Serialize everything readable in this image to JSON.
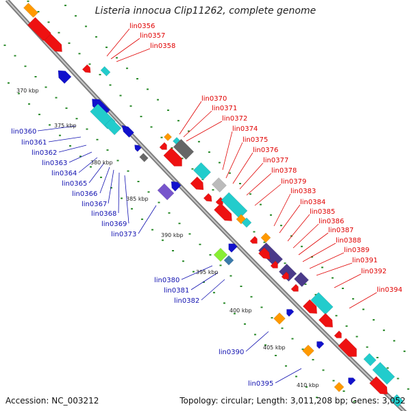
{
  "title": "Listeria innocua Clip11262, complete genome",
  "footer": {
    "accession": "Accession: NC_003212",
    "summary": "Topology: circular; Length: 3,011,208 bp; Genes: 3,052"
  },
  "colors": {
    "forward_label": "#e00000",
    "reverse_label": "#1010b0",
    "backbone": "#8a8a8a",
    "tick": "#2a8a2a"
  },
  "kbp_labels": [
    "370 kbp",
    "375 kbp",
    "380 kbp",
    "385 kbp",
    "390 kbp",
    "395 kbp",
    "400 kbp",
    "405 kbp",
    "410 kbp"
  ],
  "forward_labels": [
    "lin0356",
    "lin0357",
    "lin0358",
    "lin0370",
    "lin0371",
    "lin0372",
    "lin0374",
    "lin0375",
    "lin0376",
    "lin0377",
    "lin0378",
    "lin0379",
    "lin0383",
    "lin0384",
    "lin0385",
    "lin0386",
    "lin0387",
    "lin0388",
    "lin0389",
    "lin0391",
    "lin0392",
    "lin0394"
  ],
  "reverse_labels": [
    "lin0360",
    "lin0361",
    "lin0362",
    "lin0363",
    "lin0364",
    "lin0365",
    "lin0366",
    "lin0367",
    "lin0368",
    "lin0369",
    "lin0373",
    "lin0380",
    "lin0381",
    "lin0382",
    "lin0390",
    "lin0395"
  ]
}
